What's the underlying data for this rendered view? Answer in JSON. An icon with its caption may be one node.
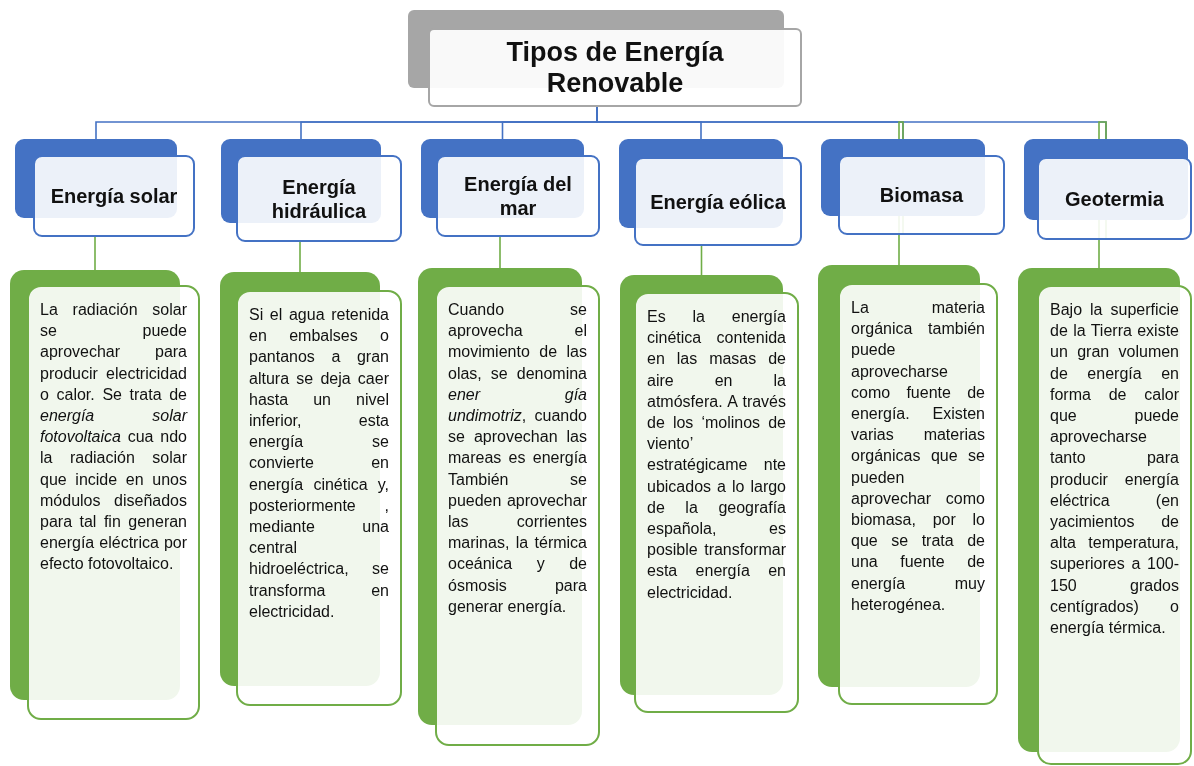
{
  "diagram": {
    "nodes": [
      {
        "text": [
          "Tipos de Energía Renovable"
        ]
      },
      {
        "text": [
          "Energía solar"
        ]
      },
      {
        "text": [
          "Energía hidráulica"
        ]
      },
      {
        "text": [
          "Energía del mar"
        ]
      },
      {
        "text": [
          "Energía eólica"
        ]
      },
      {
        "text": [
          "Biomasa"
        ]
      },
      {
        "text": [
          "Geotermia"
        ]
      },
      {
        "text": [
          "La radiación solar se puede aprovechar para producir electricidad o calor. Se trata de *energía solar fotovoltaica* cua ndo la radiación solar que incide en unos módulos diseñados para tal fin generan energía eléctrica por efecto fotovoltaico."
        ]
      },
      {
        "text": [
          "Si el agua retenida en embalses o pantanos a gran altura se deja caer hasta un nivel inferior, esta energía se convierte en energía cinética y, posteriormente , mediante una central hidroeléctrica, se transforma en electricidad."
        ]
      },
      {
        "text": [
          "Cuando se aprovecha el movimiento de las olas, se denomina *ener gía undimotriz*, cuando se aprovechan las mareas es energía También se pueden aprovechar las corrientes marinas, la térmica oceánica y de ósmosis para generar energía."
        ]
      },
      {
        "text": [
          "Es la energía cinética contenida en las masas de aire en la atmósfera. A través de los ‘molinos de viento’ estratégicame nte ubicados a lo largo de la geografía española, es posible transformar esta energía en electricidad."
        ]
      },
      {
        "text": [
          "La materia orgánica también puede aprovecharse como fuente de energía. Existen varias materias orgánicas que se pueden aprovechar como biomasa, por lo que se trata de una fuente de energía muy heterogénea."
        ]
      },
      {
        "text": [
          "Bajo la superficie de la Tierra existe un gran volumen de energía en forma de calor que puede aprovecharse tanto para producir energía eléctrica (en yacimientos de alta temperatura, superiores a 100-150 grados centígrados) o energía térmica."
        ]
      }
    ],
    "edges": [
      {
        "from": 0,
        "to": 1,
        "arrow": "none"
      },
      {
        "from": 0,
        "to": 2,
        "arrow": "none"
      },
      {
        "from": 0,
        "to": 3,
        "arrow": "none"
      },
      {
        "from": 0,
        "to": 4,
        "arrow": "none"
      },
      {
        "from": 0,
        "to": 5,
        "arrow": "none"
      },
      {
        "from": 0,
        "to": 6,
        "arrow": "none"
      },
      {
        "from": 1,
        "to": 7,
        "arrow": "none",
        "color": "#70ad47"
      },
      {
        "from": 2,
        "to": 8,
        "arrow": "none",
        "color": "#70ad47"
      },
      {
        "from": 3,
        "to": 9,
        "arrow": "none",
        "color": "#70ad47"
      },
      {
        "from": 4,
        "to": 10,
        "arrow": "none",
        "color": "#70ad47"
      },
      {
        "from": 5,
        "to": 11,
        "arrow": "none",
        "color": "#70ad47"
      },
      {
        "from": 6,
        "to": 12,
        "arrow": "none",
        "color": "#70ad47"
      }
    ]
  }
}
